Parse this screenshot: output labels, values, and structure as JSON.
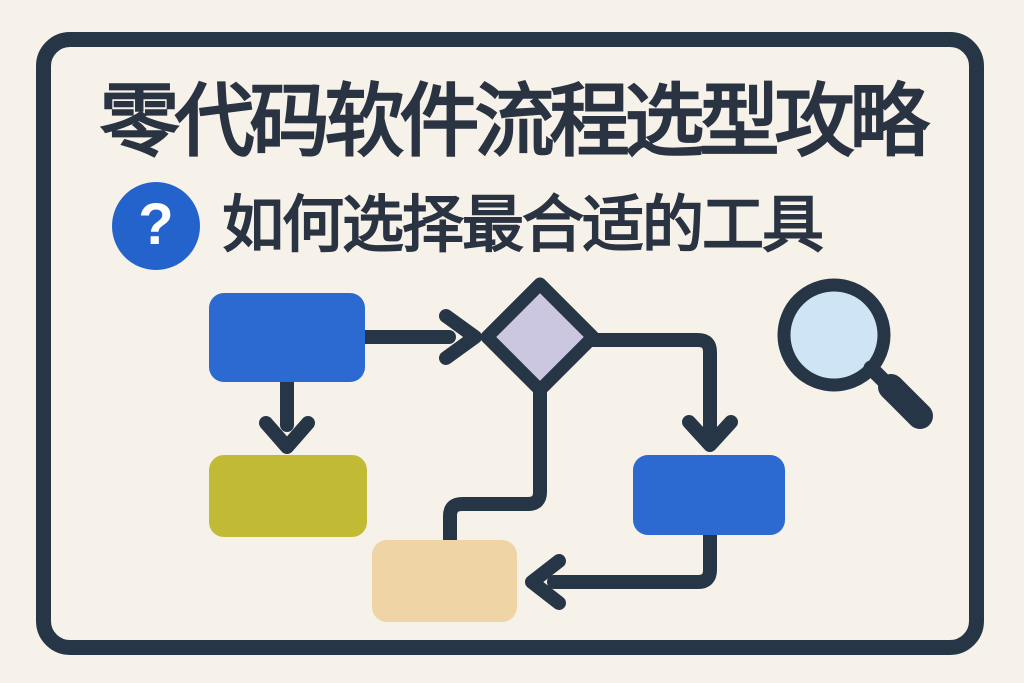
{
  "poster": {
    "title": "零代码软件流程选型攻略",
    "subtitle": "如何选择最合适的工具",
    "question_mark": "?"
  },
  "icons": {
    "question": "question-mark-in-blue-circle",
    "magnifier": "magnifying-glass"
  },
  "colors": {
    "background": "#f7f2e9",
    "ink": "#2a3342",
    "line_navy": "#273647",
    "block_blue": "#2c6ad2",
    "question_circle_blue": "#2463cc",
    "block_olive": "#c1ba35",
    "diamond_lavender": "#ccc7e0",
    "block_tan": "#efd5a6",
    "lens_blue": "#cfe5f6"
  },
  "flowchart": {
    "type": "flowchart-illustration",
    "nodes": [
      {
        "id": "start",
        "shape": "rounded-rect",
        "fill_key": "block_blue"
      },
      {
        "id": "branch-a",
        "shape": "rounded-rect",
        "fill_key": "block_olive"
      },
      {
        "id": "decision",
        "shape": "diamond",
        "fill_key": "diamond_lavender"
      },
      {
        "id": "branch-b",
        "shape": "rounded-rect",
        "fill_key": "block_blue"
      },
      {
        "id": "end",
        "shape": "rounded-rect",
        "fill_key": "block_tan"
      }
    ],
    "edges": [
      {
        "from": "start",
        "to": "decision",
        "arrow": true,
        "direction": "right"
      },
      {
        "from": "start",
        "to": "branch-a",
        "arrow": true,
        "direction": "down"
      },
      {
        "from": "decision",
        "to": "branch-b",
        "arrow": true,
        "direction": "right-then-down"
      },
      {
        "from": "decision",
        "to": "end",
        "arrow": false,
        "direction": "down-then-left-then-down"
      },
      {
        "from": "branch-b",
        "to": "end",
        "arrow": true,
        "direction": "down-then-left"
      }
    ]
  }
}
